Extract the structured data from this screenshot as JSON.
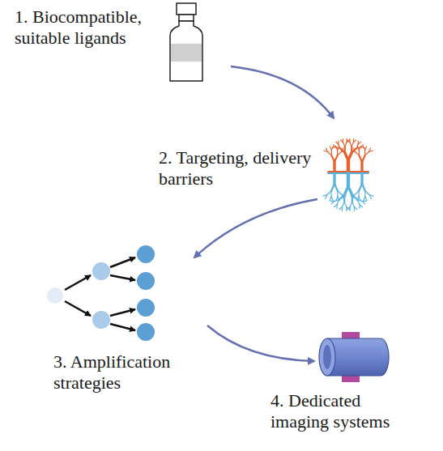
{
  "diagram": {
    "labels": [
      "1. Biocompatible, suitable ligands",
      "2. Targeting, delivery barriers",
      "3. Amplification strategies",
      "4. Dedicated imaging systems"
    ]
  }
}
